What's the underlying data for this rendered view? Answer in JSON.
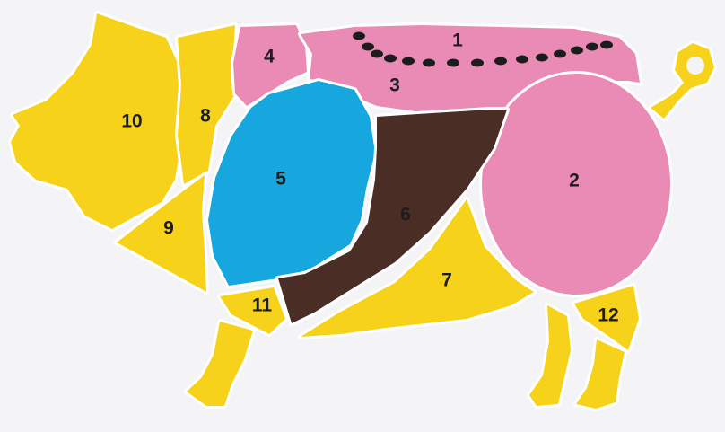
{
  "colors": {
    "background": "#f4f3f6",
    "yellow": "#f6d21a",
    "pink": "#ea8bb5",
    "blue": "#17a7df",
    "brown": "#4a2e26",
    "seam": "#ffffff",
    "dots": "#1c1c1c"
  },
  "cuts": [
    {
      "number": "1",
      "color": "pink"
    },
    {
      "number": "2",
      "color": "pink"
    },
    {
      "number": "3",
      "color": "pink"
    },
    {
      "number": "4",
      "color": "pink"
    },
    {
      "number": "5",
      "color": "blue"
    },
    {
      "number": "6",
      "color": "brown"
    },
    {
      "number": "7",
      "color": "yellow"
    },
    {
      "number": "8",
      "color": "yellow"
    },
    {
      "number": "9",
      "color": "yellow"
    },
    {
      "number": "10",
      "color": "yellow"
    },
    {
      "number": "11",
      "color": "yellow"
    },
    {
      "number": "12",
      "color": "yellow"
    }
  ]
}
